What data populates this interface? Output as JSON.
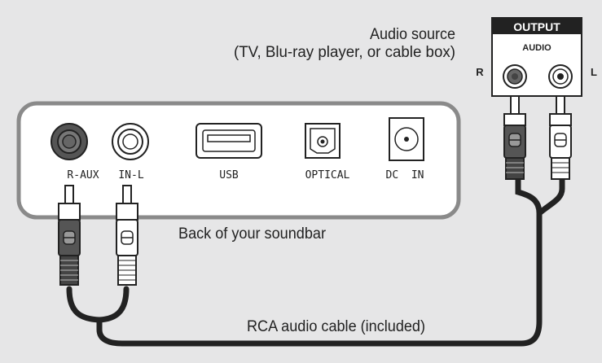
{
  "source": {
    "title_line1": "Audio source",
    "title_line2": "(TV, Blu-ray player, or cable box)",
    "panel_header": "OUTPUT",
    "panel_subheader": "AUDIO",
    "right_label": "R",
    "left_label": "L"
  },
  "soundbar": {
    "caption": "Back of your soundbar",
    "ports": [
      {
        "label": "R-AUX"
      },
      {
        "label": "IN-L"
      },
      {
        "label": "USB"
      },
      {
        "label": "OPTICAL"
      },
      {
        "label": "DC  IN"
      }
    ]
  },
  "cable": {
    "caption": "RCA audio cable (included)"
  },
  "colors": {
    "background": "#e6e6e7",
    "soundbar_border": "#8a8a8a",
    "ink": "#222222",
    "white": "#ffffff"
  }
}
